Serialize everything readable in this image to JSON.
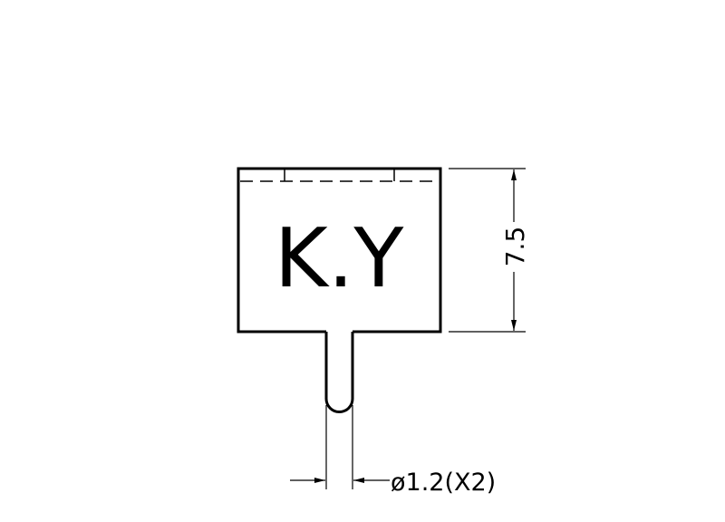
{
  "drawing": {
    "part_marking": "K.Y",
    "height_dimension": "7.5",
    "pin_dimension": "ø1.2(X2)",
    "line_color": "#000000",
    "background_color": "#ffffff"
  }
}
